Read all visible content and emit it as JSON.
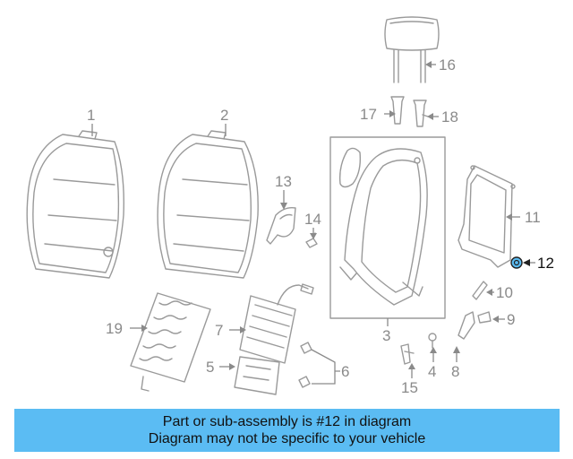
{
  "callouts": {
    "c1": "1",
    "c2": "2",
    "c3": "3",
    "c4": "4",
    "c5": "5",
    "c6": "6",
    "c7": "7",
    "c8": "8",
    "c9": "9",
    "c10": "10",
    "c11": "11",
    "c12": "12",
    "c13": "13",
    "c14": "14",
    "c15": "15",
    "c16": "16",
    "c17": "17",
    "c18": "18",
    "c19": "19"
  },
  "highlight_color": "#5bbcf3",
  "banner": {
    "line1": "Part or sub-assembly is #12 in diagram",
    "line2": "Diagram may not be specific to your vehicle"
  }
}
